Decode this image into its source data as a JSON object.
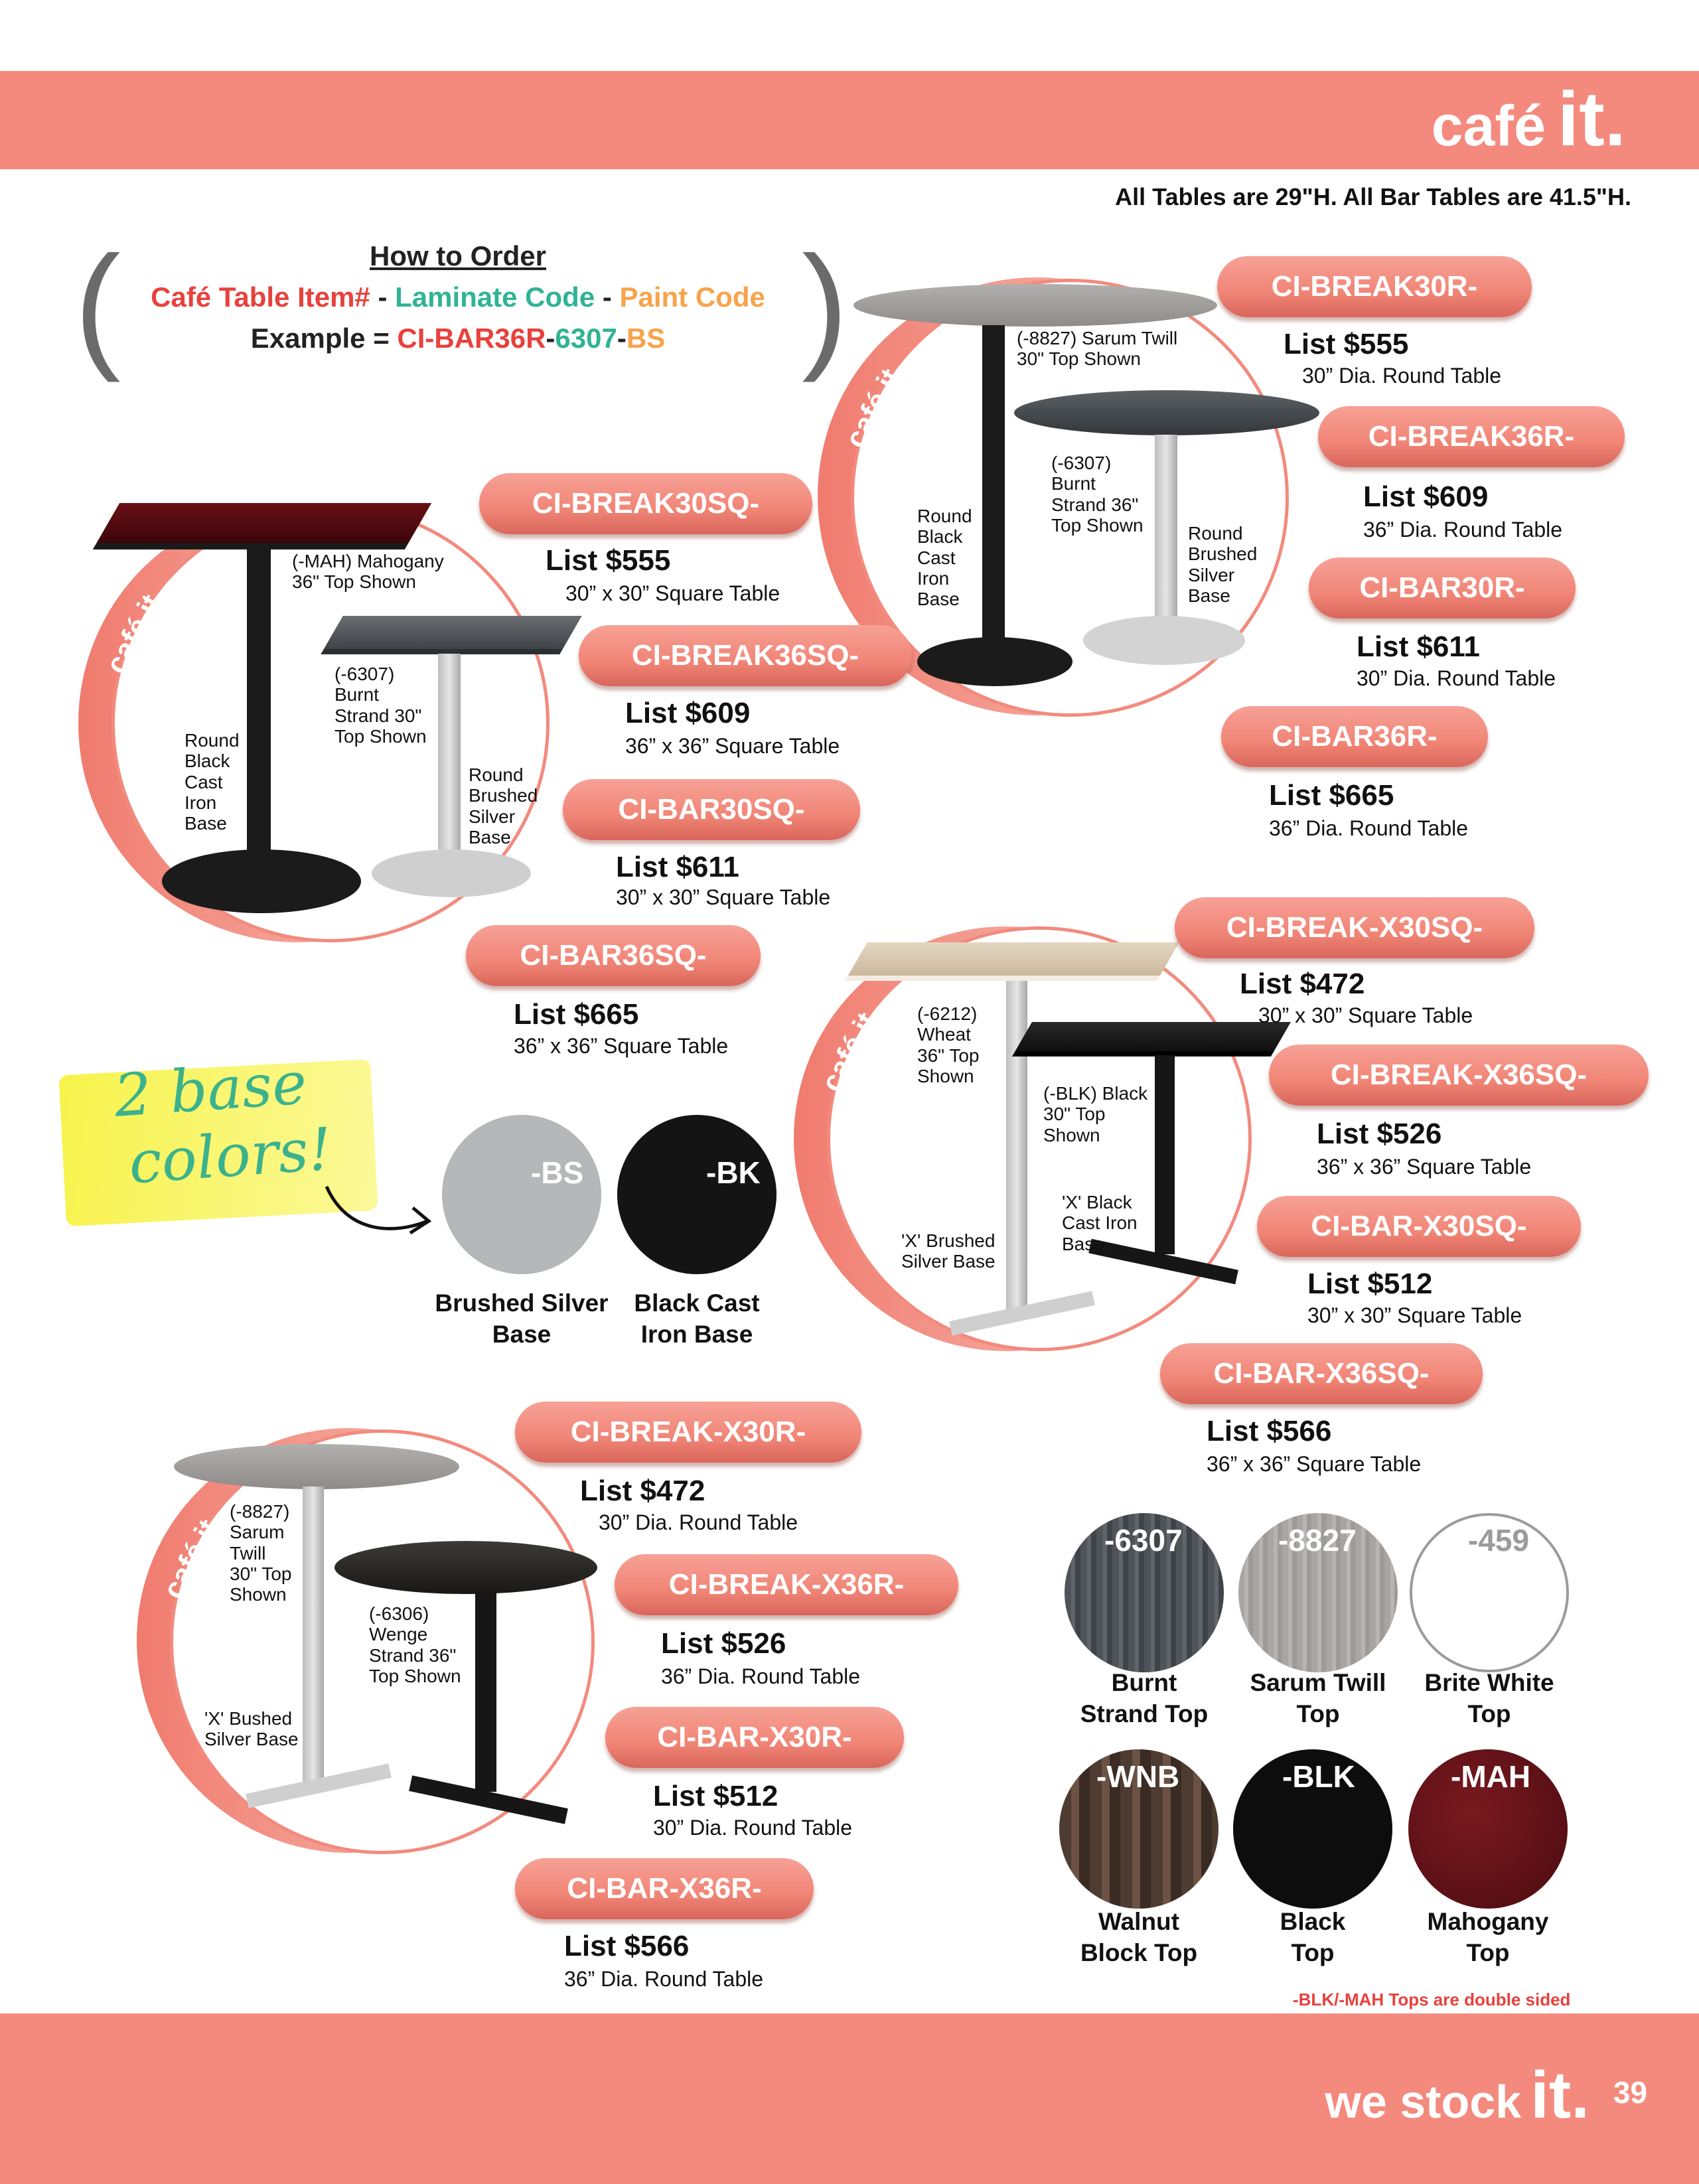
{
  "brand": {
    "top_word": "café",
    "top_it": "it.",
    "bottom_word": "we stock",
    "bottom_it": "it.",
    "page_number": "39"
  },
  "heights_note": "All Tables are 29\"H. All Bar Tables are 41.5\"H.",
  "how_to_order": {
    "title": "How to Order",
    "item": "Café Table Item#",
    "dash": " - ",
    "laminate": "Laminate Code",
    "paint": "Paint Code",
    "example_label": "Example = ",
    "ex_item": "CI-BAR36R",
    "ex_dash": "-",
    "ex_laminate": "6307",
    "ex_paint": "BS"
  },
  "cafe_label": "café it.",
  "products": [
    {
      "code": "CI-BREAK30SQ-",
      "price": "List $555",
      "desc": "30” x 30” Square Table"
    },
    {
      "code": "CI-BREAK36SQ-",
      "price": "List $609",
      "desc": "36” x 36” Square Table"
    },
    {
      "code": "CI-BAR30SQ-",
      "price": "List $611",
      "desc": "30” x 30” Square Table"
    },
    {
      "code": "CI-BAR36SQ-",
      "price": "List $665",
      "desc": "36” x 36” Square Table"
    },
    {
      "code": "CI-BREAK30R-",
      "price": "List $555",
      "desc": "30” Dia. Round Table"
    },
    {
      "code": "CI-BREAK36R-",
      "price": "List $609",
      "desc": "36” Dia. Round Table"
    },
    {
      "code": "CI-BAR30R-",
      "price": "List $611",
      "desc": "30” Dia. Round Table"
    },
    {
      "code": "CI-BAR36R-",
      "price": "List $665",
      "desc": "36” Dia. Round Table"
    },
    {
      "code": "CI-BREAK-X30SQ-",
      "price": "List $472",
      "desc": "30” x 30” Square Table"
    },
    {
      "code": "CI-BREAK-X36SQ-",
      "price": "List $526",
      "desc": "36” x 36” Square Table"
    },
    {
      "code": "CI-BAR-X30SQ-",
      "price": "List $512",
      "desc": "30” x 30” Square Table"
    },
    {
      "code": "CI-BAR-X36SQ-",
      "price": "List $566",
      "desc": "36” x 36” Square Table"
    },
    {
      "code": "CI-BREAK-X30R-",
      "price": "List $472",
      "desc": "30” Dia. Round Table"
    },
    {
      "code": "CI-BREAK-X36R-",
      "price": "List $526",
      "desc": "36” Dia. Round Table"
    },
    {
      "code": "CI-BAR-X30R-",
      "price": "List $512",
      "desc": "30” Dia. Round Table"
    },
    {
      "code": "CI-BAR-X36R-",
      "price": "List $566",
      "desc": "36” Dia. Round Table"
    }
  ],
  "image_labels": {
    "sq_top1": [
      "(-MAH) Mahogany",
      "36\" Top Shown"
    ],
    "sq_top2": [
      "(-6307)",
      "Burnt",
      "Strand 30\"",
      "Top Shown"
    ],
    "sq_base1": [
      "Round",
      "Black",
      "Cast",
      "Iron",
      "Base"
    ],
    "sq_base2": [
      "Round",
      "Brushed",
      "Silver",
      "Base"
    ],
    "rd_top1": [
      "(-8827) Sarum Twill",
      "30\" Top Shown"
    ],
    "rd_top2": [
      "(-6307)",
      "Burnt",
      "Strand 36\"",
      "Top Shown"
    ],
    "rd_base1": [
      "Round",
      "Black",
      "Cast",
      "Iron",
      "Base"
    ],
    "rd_base2": [
      "Round",
      "Brushed",
      "Silver",
      "Base"
    ],
    "xsq_top1": [
      "(-6212)",
      "Wheat",
      "36\" Top",
      "Shown"
    ],
    "xsq_top2": [
      "(-BLK) Black",
      "30\" Top",
      "Shown"
    ],
    "xsq_base1": [
      "'X' Brushed",
      "Silver Base"
    ],
    "xsq_base2": [
      "'X' Black",
      "Cast Iron",
      "Base"
    ],
    "xrd_top1": [
      "(-8827)",
      "Sarum",
      "Twill",
      "30\" Top",
      "Shown"
    ],
    "xrd_top2": [
      "(-6306)",
      "Wenge",
      "Strand 36\"",
      "Top Shown"
    ],
    "xrd_base1": [
      "'X' Bushed",
      "Silver Base"
    ]
  },
  "base_colors": {
    "script": [
      "2 base",
      "colors!"
    ],
    "items": [
      {
        "code": "-BS",
        "name": [
          "Brushed Silver",
          "Base"
        ],
        "color": "#b5b7b9"
      },
      {
        "code": "-BK",
        "name": [
          "Black Cast",
          "Iron Base"
        ],
        "color": "#141414"
      }
    ]
  },
  "top_colors": [
    {
      "code": "-6307",
      "name": [
        "Burnt",
        "Strand Top"
      ],
      "color": "#4f5459"
    },
    {
      "code": "-8827",
      "name": [
        "Sarum Twill",
        "Top"
      ],
      "color": "#a9a5a2"
    },
    {
      "code": "-459",
      "name": [
        "Brite White",
        "Top"
      ],
      "color": "#ffffff"
    },
    {
      "code": "-WNB",
      "name": [
        "Walnut",
        "Block Top"
      ],
      "color": "#4e3b31"
    },
    {
      "code": "-BLK",
      "name": [
        "Black",
        "Top"
      ],
      "color": "#0d0d0d"
    },
    {
      "code": "-MAH",
      "name": [
        "Mahogany",
        "Top"
      ],
      "color": "#5a0f14"
    }
  ],
  "tops_note": "-BLK/-MAH Tops are double sided"
}
